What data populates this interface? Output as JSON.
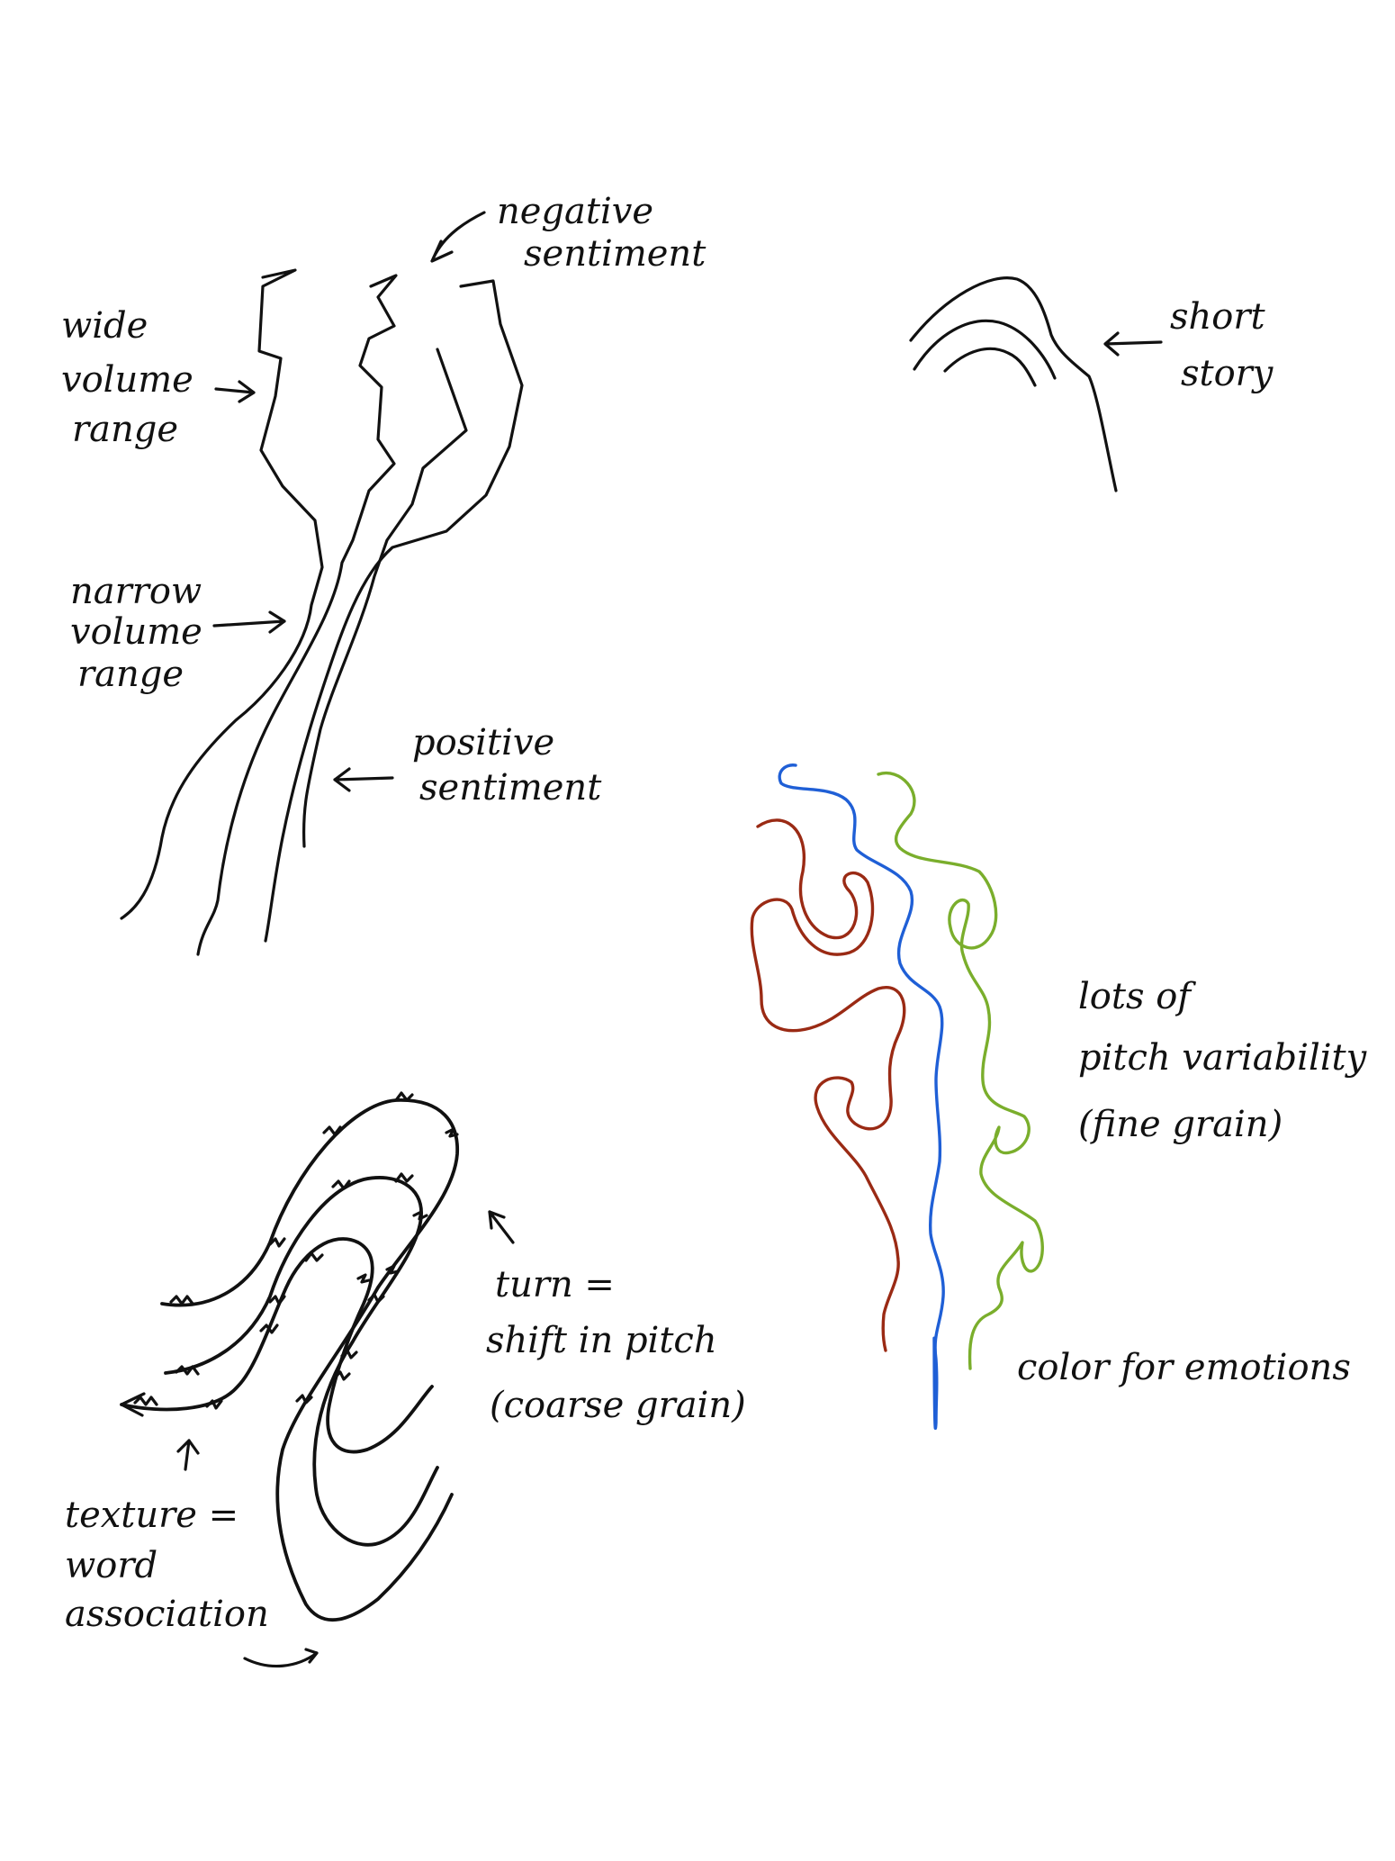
{
  "annotations": {
    "negative_sentiment": [
      "negative",
      "sentiment"
    ],
    "wide_volume_range": [
      "wide",
      "volume",
      "range"
    ],
    "narrow_volume_range": [
      "narrow",
      "volume",
      "range"
    ],
    "positive_sentiment": [
      "positive",
      "sentiment"
    ],
    "short_story": [
      "short",
      "story"
    ],
    "pitch_variability": [
      "lots of",
      "pitch variability",
      "(fine grain)"
    ],
    "color_for_emotions": [
      "color for emotions"
    ],
    "turn_shift_in_pitch": [
      "turn =",
      "shift in pitch",
      "(coarse grain)"
    ],
    "texture_word_association": [
      "texture =",
      "word",
      "association"
    ]
  },
  "colors": {
    "ink": "#111111",
    "red_line": "#9a2a14",
    "blue_line": "#1f5fd6",
    "green_line": "#7aae2c"
  }
}
